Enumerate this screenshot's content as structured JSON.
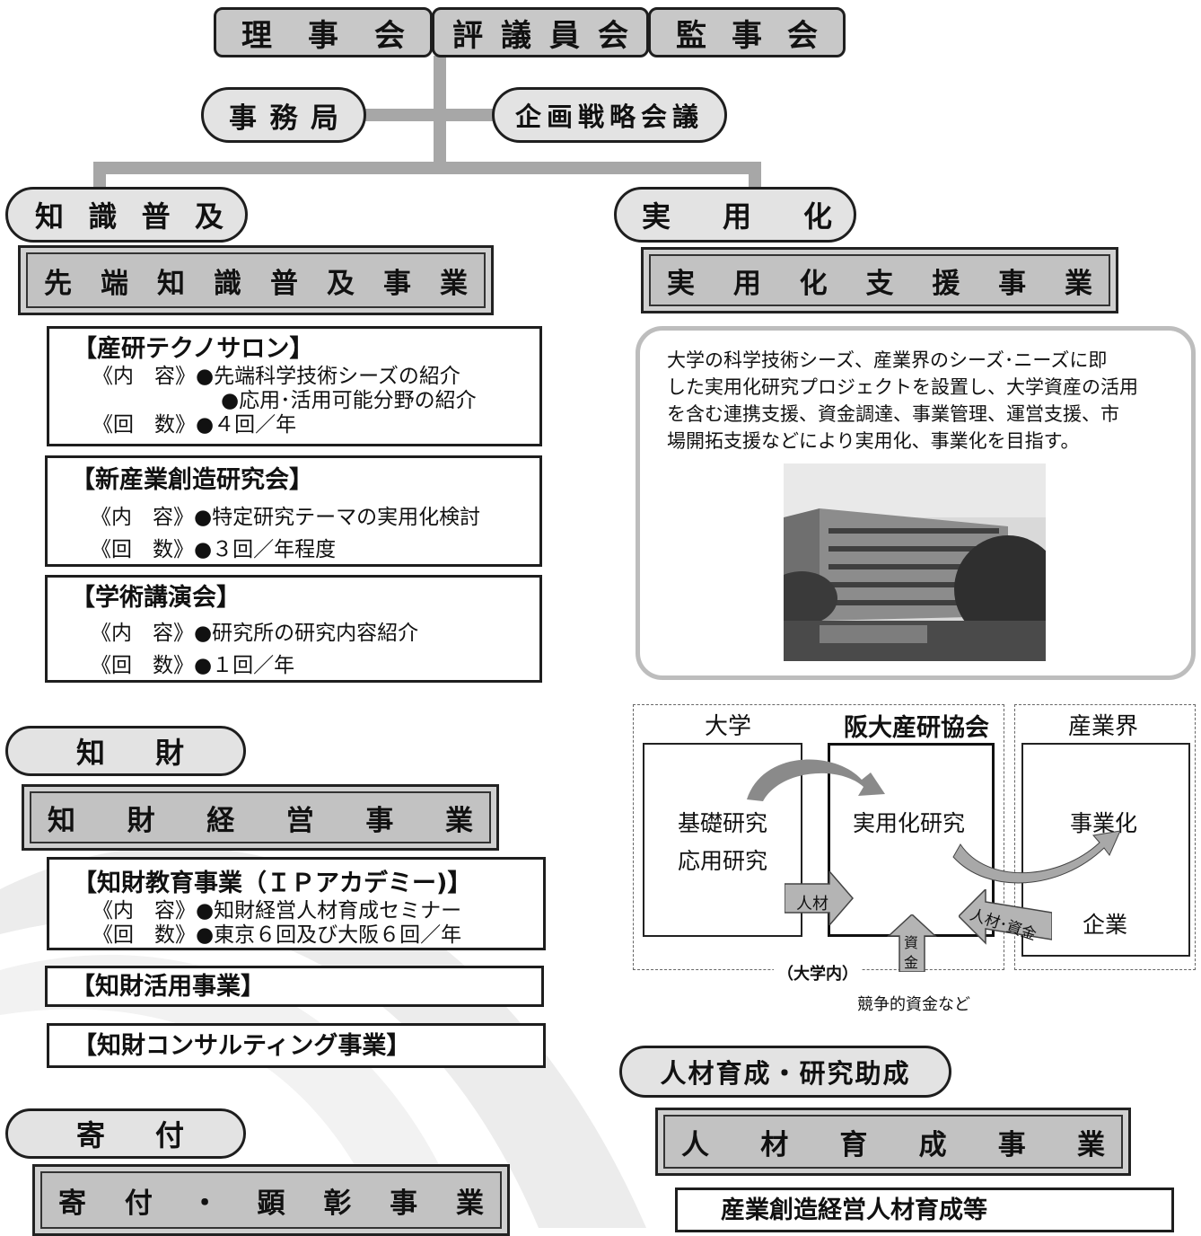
{
  "colors": {
    "connector": "#a7a7a7",
    "box_fill": "#c8c8c8",
    "pill_fill": "#e3e3e3",
    "border": "#1e1e1e"
  },
  "governance": {
    "board_of_directors": [
      "理",
      "事",
      "会"
    ],
    "councilors": [
      "評",
      "議",
      "員",
      "会"
    ],
    "auditors": [
      "監",
      "事",
      "会"
    ]
  },
  "secretariat": [
    "事",
    "務",
    "局"
  ],
  "strategy_meeting": "企画戦略会議",
  "knowledge": {
    "pill": [
      "知",
      "識",
      "普",
      "及"
    ],
    "header": [
      "先",
      "端",
      "知",
      "識",
      "普",
      "及",
      "事",
      "業"
    ],
    "programs": [
      {
        "title": "【産研テクノサロン】",
        "lines": [
          "《内　容》●先端科学技術シーズの紹介",
          "●応用･活用可能分野の紹介",
          "《回　数》●４回／年"
        ]
      },
      {
        "title": "【新産業創造研究会】",
        "lines": [
          "《内　容》●特定研究テーマの実用化検討",
          "《回　数》●３回／年程度"
        ]
      },
      {
        "title": "【学術講演会】",
        "lines": [
          "《内　容》●研究所の研究内容紹介",
          "《回　数》●１回／年"
        ]
      }
    ]
  },
  "ip": {
    "pill": [
      "知",
      "財"
    ],
    "header": [
      "知",
      "財",
      "経",
      "営",
      "事",
      "業"
    ],
    "education": {
      "title": "【知財教育事業（ＩＰアカデミー)】",
      "lines": [
        "《内　容》●知財経営人材育成セミナー",
        "《回　数》●東京６回及び大阪６回／年"
      ]
    },
    "utilization": "【知財活用事業】",
    "consulting": "【知財コンサルティング事業】"
  },
  "donation": {
    "pill": [
      "寄",
      "付"
    ],
    "header": [
      "寄",
      "付",
      "・",
      "顕",
      "彰",
      "事",
      "業"
    ]
  },
  "commercialization": {
    "pill": [
      "実",
      "用",
      "化"
    ],
    "header": [
      "実",
      "用",
      "化",
      "支",
      "援",
      "事",
      "業"
    ],
    "description": [
      "大学の科学技術シーズ、産業界のシーズ･ニーズに即",
      "した実用化研究プロジェクトを設置し、大学資産の活用",
      "を含む連携支援、資金調達、事業管理、運営支援、市",
      "場開拓支援などにより実用化、事業化を目指す。"
    ],
    "photo": "building-photo"
  },
  "flow": {
    "university": "大学",
    "association": "阪大産研協会",
    "industry": "産業界",
    "basic_research": "基礎研究",
    "applied_research": "応用研究",
    "practical_research": "実用化研究",
    "commercialization": "事業化",
    "company": "企業",
    "talent_arrow": "人材",
    "talent_funds_arrow": "人材･資金",
    "funds_arrow": [
      "資",
      "金"
    ],
    "on_campus": "（大学内）",
    "competitive_funds": "競争的資金など"
  },
  "hr": {
    "pill": "人材育成・研究助成",
    "header": [
      "人",
      "材",
      "育",
      "成",
      "事",
      "業"
    ],
    "program": "産業創造経営人材育成等"
  }
}
